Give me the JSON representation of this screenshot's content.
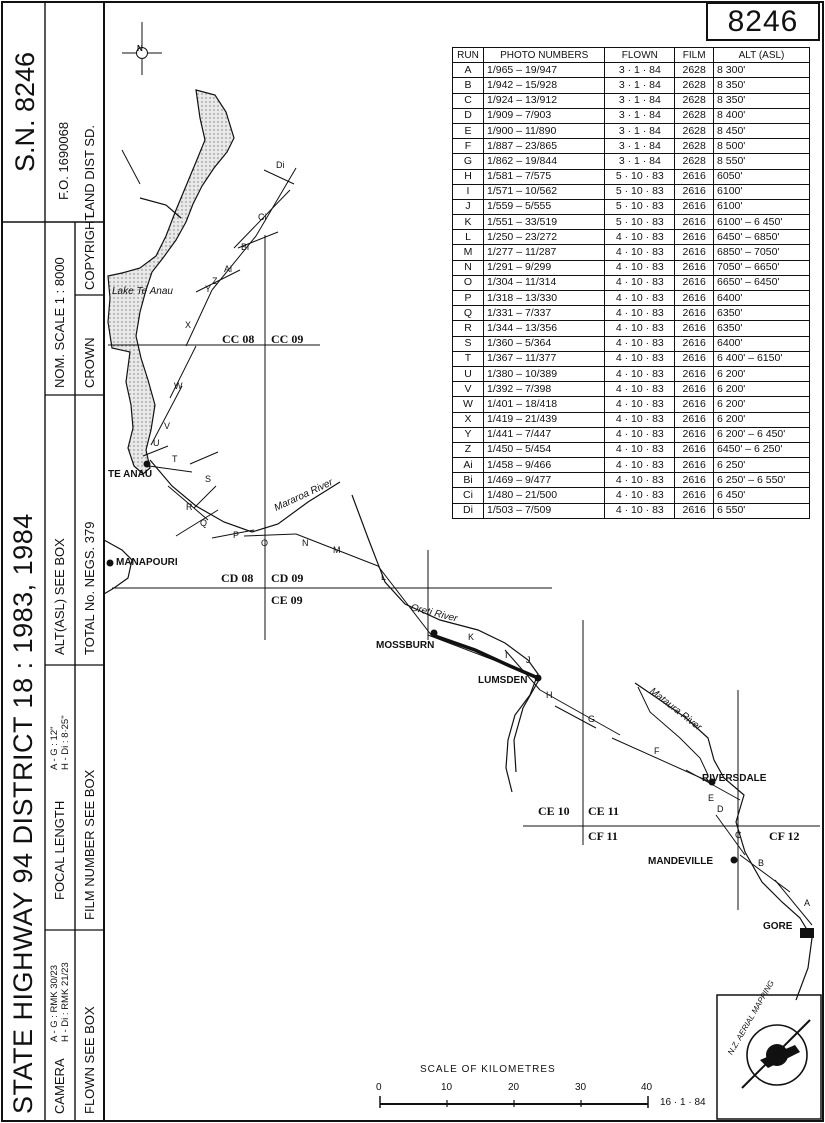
{
  "sheet_number": "8246",
  "sidebar": {
    "title": "STATE HIGHWAY 94  DISTRICT  18 : 1983, 1984",
    "sn": "S.N. 8246",
    "camera_label": "CAMERA",
    "camera_value_1": "A - G : RMK 30/23",
    "camera_value_2": "H - Di : RMK 21/23",
    "focal_label": "FOCAL LENGTH",
    "focal_value_1": "A - G : 12\"",
    "focal_value_2": "H - Di : 8·25\"",
    "alt": "ALT(ASL)  SEE BOX",
    "scale": "NOM. SCALE  1 : 8000",
    "fo": "F.O. 1690068",
    "flown": "FLOWN  SEE BOX",
    "film": "FILM NUMBER  SEE BOX",
    "negs": "TOTAL No. NEGS.  379",
    "crown": "CROWN",
    "copyright": "COPYRIGHT",
    "landdist": "LAND DIST SD."
  },
  "table": {
    "headers": [
      "RUN",
      "PHOTO NUMBERS",
      "FLOWN",
      "FILM",
      "ALT (ASL)"
    ],
    "rows": [
      [
        "A",
        "1/965  –  19/947",
        "3 · 1 · 84",
        "2628",
        "8 300'"
      ],
      [
        "B",
        "1/942  –  15/928",
        "3 · 1 · 84",
        "2628",
        "8 350'"
      ],
      [
        "C",
        "1/924  –  13/912",
        "3 · 1 · 84",
        "2628",
        "8 350'"
      ],
      [
        "D",
        "1/909  –  7/903",
        "3 · 1 · 84",
        "2628",
        "8 400'"
      ],
      [
        "E",
        "1/900  –  11/890",
        "3 · 1 · 84",
        "2628",
        "8 450'"
      ],
      [
        "F",
        "1/887  –  23/865",
        "3 · 1 · 84",
        "2628",
        "8 500'"
      ],
      [
        "G",
        "1/862  –  19/844",
        "3 · 1 · 84",
        "2628",
        "8 550'"
      ],
      [
        "H",
        "1/581  –  7/575",
        "5 · 10 · 83",
        "2616",
        "6050'"
      ],
      [
        "I",
        "1/571  –  10/562",
        "5 · 10 · 83",
        "2616",
        "6100'"
      ],
      [
        "J",
        "1/559  –  5/555",
        "5 · 10 · 83",
        "2616",
        "6100'"
      ],
      [
        "K",
        "1/551  –  33/519",
        "5 · 10 · 83",
        "2616",
        "6100'  –  6 450'"
      ],
      [
        "L",
        "1/250  –  23/272",
        "4 · 10 · 83",
        "2616",
        "6450'  –  6850'"
      ],
      [
        "M",
        "1/277  –  11/287",
        "4 · 10 · 83",
        "2616",
        "6850'  –  7050'"
      ],
      [
        "N",
        "1/291  –  9/299",
        "4 · 10 · 83",
        "2616",
        "7050'  –  6650'"
      ],
      [
        "O",
        "1/304  –  11/314",
        "4 · 10 · 83",
        "2616",
        "6650'  –  6450'"
      ],
      [
        "P",
        "1/318  –  13/330",
        "4 · 10 · 83",
        "2616",
        "6400'"
      ],
      [
        "Q",
        "1/331  –  7/337",
        "4 · 10 · 83",
        "2616",
        "6350'"
      ],
      [
        "R",
        "1/344  –  13/356",
        "4 · 10 · 83",
        "2616",
        "6350'"
      ],
      [
        "S",
        "1/360  –  5/364",
        "4 · 10 · 83",
        "2616",
        "6400'"
      ],
      [
        "T",
        "1/367  –  11/377",
        "4 · 10 · 83",
        "2616",
        "6 400' –  6150'"
      ],
      [
        "U",
        "1/380  –  10/389",
        "4 · 10 · 83",
        "2616",
        "6 200'"
      ],
      [
        "V",
        "1/392  –  7/398",
        "4 · 10 · 83",
        "2616",
        "6 200'"
      ],
      [
        "W",
        "1/401  –  18/418",
        "4 · 10 · 83",
        "2616",
        "6 200'"
      ],
      [
        "X",
        "1/419  –  21/439",
        "4 · 10 · 83",
        "2616",
        "6 200'"
      ],
      [
        "Y",
        "1/441  –  7/447",
        "4 · 10 · 83",
        "2616",
        "6 200' –  6 450'"
      ],
      [
        "Z",
        "1/450  –  5/454",
        "4 · 10 · 83",
        "2616",
        "6450' –  6 250'"
      ],
      [
        "Ai",
        "1/458  –  9/466",
        "4 · 10 · 83",
        "2616",
        "6 250'"
      ],
      [
        "Bi",
        "1/469  –  9/477",
        "4 · 10 · 83",
        "2616",
        "6 250' –  6 550'"
      ],
      [
        "Ci",
        "1/480  –  21/500",
        "4 · 10 · 83",
        "2616",
        "6 450'"
      ],
      [
        "Di",
        "1/503  –  7/509",
        "4 · 10 · 83",
        "2616",
        "6 550'"
      ]
    ]
  },
  "map": {
    "north": "N",
    "lake": "Lake Te Anau",
    "places": {
      "te_anau": "TE ANAU",
      "manapouri": "MANAPOURI",
      "mossburn": "MOSSBURN",
      "lumsden": "LUMSDEN",
      "riversdale": "RIVERSDALE",
      "mandeville": "MANDEVILLE",
      "gore": "GORE"
    },
    "rivers": {
      "mararoa": "Mararoa River",
      "oreti": "Oreti River",
      "mataura": "Mataura River"
    },
    "grid": {
      "cc08": "CC 08",
      "cc09": "CC 09",
      "cd08": "CD 08",
      "cd09": "CD 09",
      "ce09": "CE 09",
      "ce10": "CE 10",
      "ce11": "CE 11",
      "cf11": "CF 11",
      "cf12": "CF 12"
    },
    "runs": {
      "a": "A",
      "b": "B",
      "c": "C",
      "d": "D",
      "e": "E",
      "f": "F",
      "g": "G",
      "h": "H",
      "i": "I",
      "j": "J",
      "k": "K",
      "l": "L",
      "m": "M",
      "n": "N",
      "o": "O",
      "p": "P",
      "q": "Q",
      "r": "R",
      "s": "S",
      "t": "T",
      "u": "U",
      "v": "V",
      "w": "W",
      "x": "X",
      "y": "Y",
      "z": "Z",
      "ai": "Ai",
      "bi": "Bi",
      "ci": "Ci",
      "di": "Di"
    }
  },
  "scale_bar": {
    "title": "SCALE    OF    KILOMETRES",
    "ticks": [
      "0",
      "10",
      "20",
      "30",
      "40"
    ],
    "date": "16 · 1 · 84"
  },
  "logo": {
    "text": "N.Z. AERIAL MAPPING"
  }
}
